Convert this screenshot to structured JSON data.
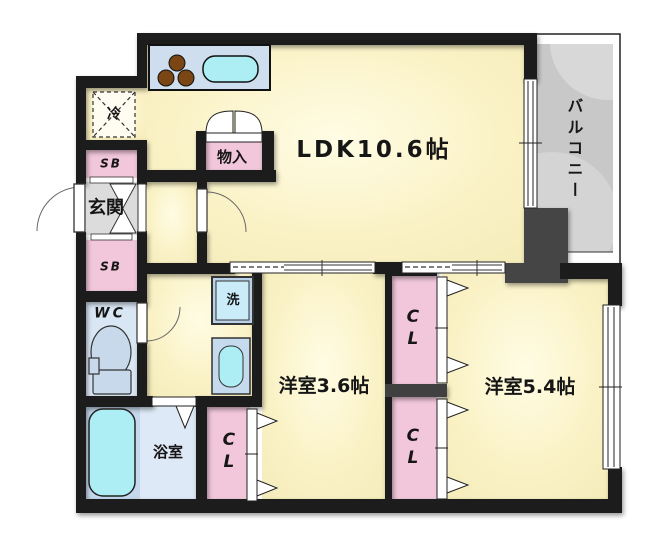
{
  "plan_type": "apartment-floor-plan",
  "palette": {
    "wall_dark": "#1c1c1c",
    "wall_gray": "#454545",
    "floor_yellow": "#faf2c6",
    "closet_pink": "#f2c7db",
    "entrance_gray": "#dcdcdc",
    "balcony_gray": "#c8c8c8",
    "wet_area_blue": "#d9e6f4",
    "counter_blue": "#cfdeee",
    "fixture_cyan": "#aceef3",
    "burner_brown": "#7a4613"
  },
  "labels": {
    "ldk": "LDK10.6帖",
    "room_36": "洋室3.6帖",
    "room_54": "洋室5.4帖",
    "balcony": "バルコニー",
    "entrance": "玄関",
    "storage": "物入",
    "toilet": "WC",
    "shoe_box": "SB",
    "closet": "CL",
    "refrigerator": "冷",
    "washer": "洗",
    "bathroom": "浴室"
  }
}
